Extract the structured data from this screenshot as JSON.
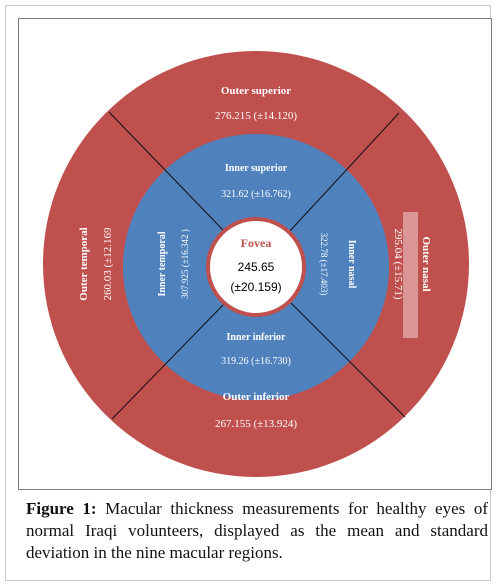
{
  "colors": {
    "outer_ring": "#c0504d",
    "inner_ring": "#4f81bd",
    "fovea_border": "#c0504d",
    "fovea_fill": "#ffffff",
    "sector_lines": "#111111",
    "highlight_bar": "#d99694",
    "label_text": "#ffffff",
    "fovea_title": "#c0504d",
    "value_text": "#000000"
  },
  "diagram": {
    "fovea": {
      "label": "Fovea",
      "value": "245.65",
      "sd": "(±20.159)"
    },
    "inner_superior": {
      "label": "Inner superior",
      "value": "321.62 (±16.762)"
    },
    "inner_inferior": {
      "label": "Inner inferior",
      "value": "319.26 (±16.730)"
    },
    "inner_temporal": {
      "label": "Inner temporal",
      "value": "307.925 (±16.342 )"
    },
    "inner_nasal": {
      "label": "Inner nasal",
      "value": "322.78 (±17.403)"
    },
    "outer_superior": {
      "label": "Outer superior",
      "value": "276.215 (±14.120)"
    },
    "outer_inferior": {
      "label": "Outer inferior",
      "value": "267.155 (±13.924)"
    },
    "outer_temporal": {
      "label": "Outer temporal",
      "value": "260.03 (±12.169"
    },
    "outer_nasal": {
      "label": "Outer nasal",
      "value": "295.04 (±15.71)"
    }
  },
  "caption": {
    "lead": "Figure 1:",
    "text": " Macular thickness measurements for healthy eyes of normal Iraqi volunteers, displayed as the mean and standard deviation in the nine macular regions."
  }
}
